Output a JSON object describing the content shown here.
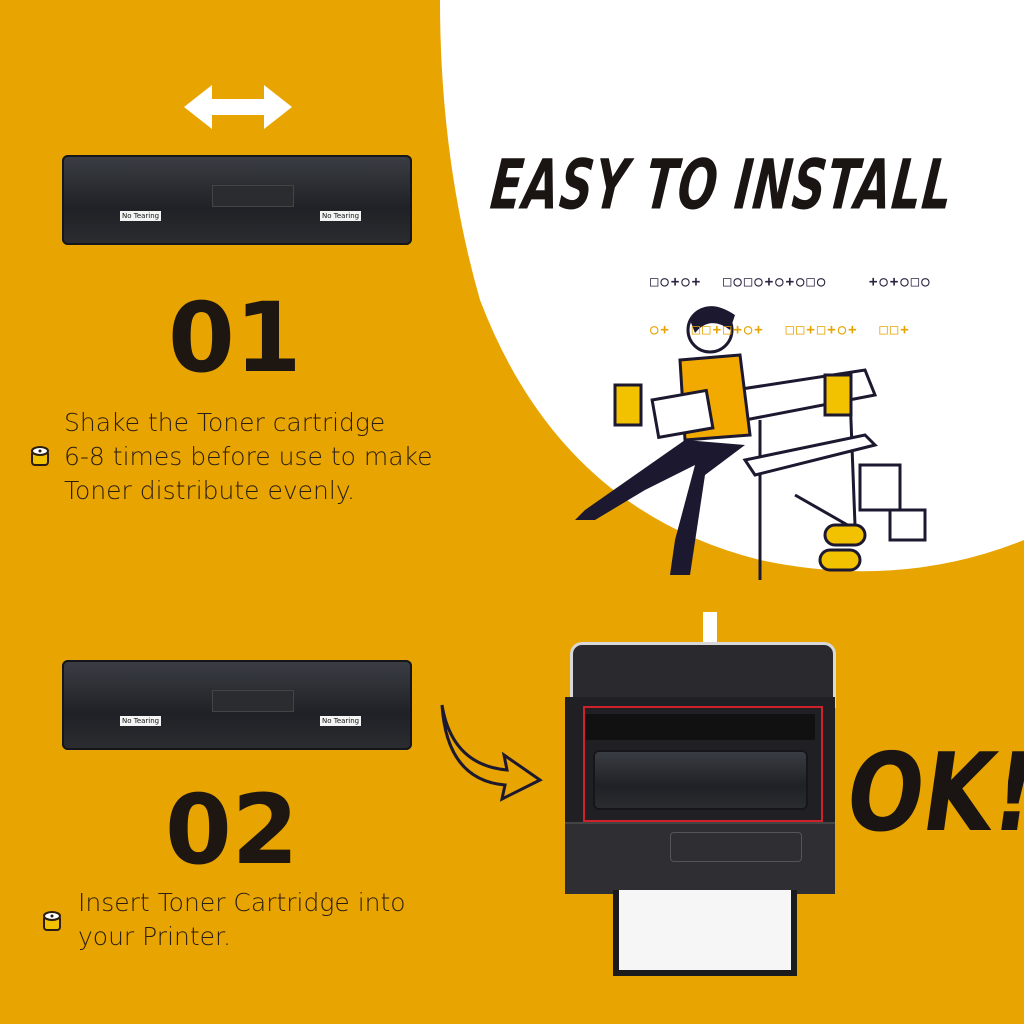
{
  "title": "EASY TO INSTALL",
  "decor_rows": [
    "□○+○+  □○□○+○+○□○    +○+○□○",
    "○+  □□+□+○+  □□+□+○+  □□+"
  ],
  "steps": [
    {
      "number": "01",
      "lines": [
        "Shake the Toner cartridge",
        "6-8 times before use to make",
        "Toner distribute evenly."
      ],
      "icon": "toner-roll-icon"
    },
    {
      "number": "02",
      "lines": [
        "Insert Toner Cartridge into",
        "your Printer."
      ],
      "icon": "toner-roll-icon"
    }
  ],
  "cartridge_label": "No Tearing",
  "ok_text": "OK!",
  "colors": {
    "background": "#E8A400",
    "white": "#FFFFFF",
    "text": "#2a1d12",
    "highlight": "#d0202a"
  }
}
